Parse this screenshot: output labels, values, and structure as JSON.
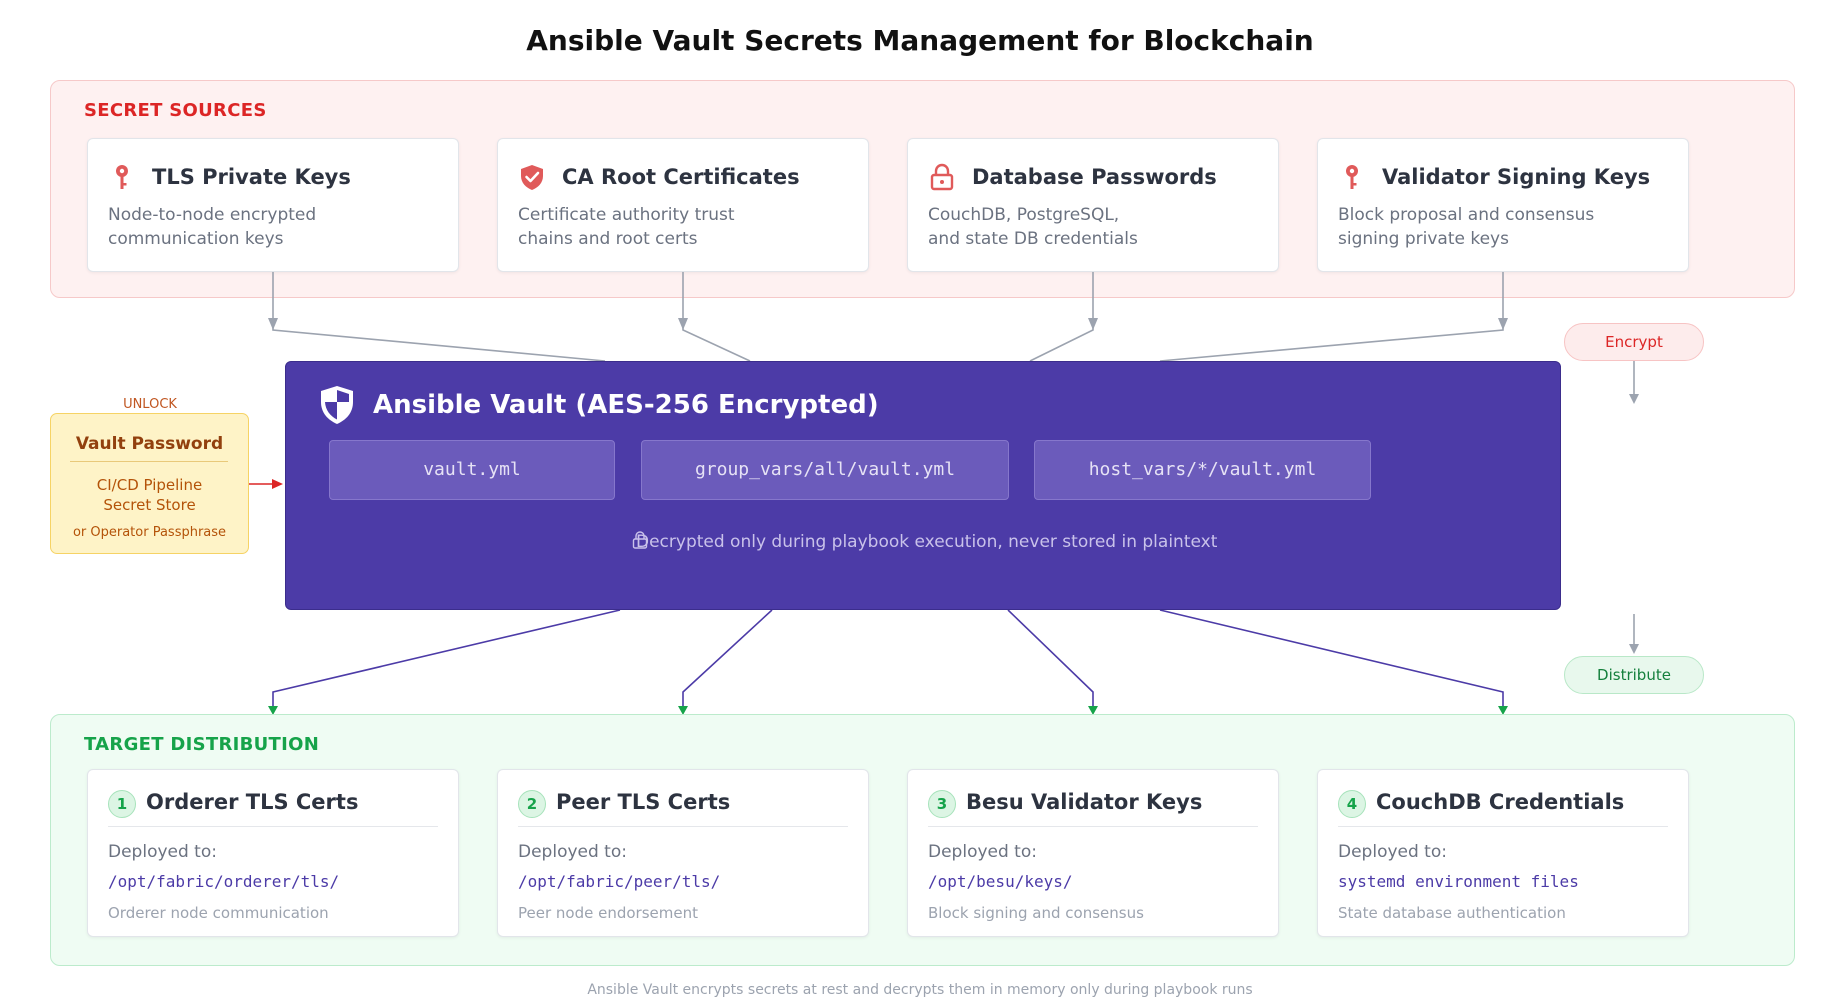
{
  "title": "Ansible Vault Secrets Management for Blockchain",
  "sources": {
    "label": "SECRET SOURCES",
    "items": [
      {
        "icon": "key-icon",
        "title": "TLS Private Keys",
        "desc_line1": "Node-to-node encrypted",
        "desc_line2": "communication keys"
      },
      {
        "icon": "shield-check-icon",
        "title": "CA Root Certificates",
        "desc_line1": "Certificate authority trust",
        "desc_line2": "chains and root certs"
      },
      {
        "icon": "lock-icon",
        "title": "Database Passwords",
        "desc_line1": "CouchDB, PostgreSQL,",
        "desc_line2": "and state DB credentials"
      },
      {
        "icon": "key-icon",
        "title": "Validator Signing Keys",
        "desc_line1": "Block proposal and consensus",
        "desc_line2": "signing private keys"
      }
    ]
  },
  "vault": {
    "title": "Ansible Vault (AES-256 Encrypted)",
    "files": [
      "vault.yml",
      "group_vars/all/vault.yml",
      "host_vars/*/vault.yml"
    ],
    "note": "Decrypted only during playbook execution, never stored in plaintext"
  },
  "password": {
    "unlock_label": "UNLOCK",
    "title": "Vault Password",
    "line1": "CI/CD Pipeline",
    "line2": "Secret Store",
    "line3": "or Operator Passphrase"
  },
  "pills": {
    "encrypt": "Encrypt",
    "distribute": "Distribute"
  },
  "targets": {
    "label": "TARGET DISTRIBUTION",
    "deployed_label": "Deployed to:",
    "items": [
      {
        "num": "1",
        "title": "Orderer TLS Certs",
        "path": "/opt/fabric/orderer/tls/",
        "note": "Orderer node communication"
      },
      {
        "num": "2",
        "title": "Peer TLS Certs",
        "path": "/opt/fabric/peer/tls/",
        "note": "Peer node endorsement"
      },
      {
        "num": "3",
        "title": "Besu Validator Keys",
        "path": "/opt/besu/keys/",
        "note": "Block signing and consensus"
      },
      {
        "num": "4",
        "title": "CouchDB Credentials",
        "path": "systemd environment files",
        "note": "State database authentication"
      }
    ]
  },
  "footer": "Ansible Vault encrypts secrets at rest and decrypts them in memory only during playbook runs",
  "colors": {
    "source_accent": "#dc2626",
    "target_accent": "#16a34a",
    "vault_bg": "#4c3ba7",
    "password_bg": "#fef3c7"
  }
}
